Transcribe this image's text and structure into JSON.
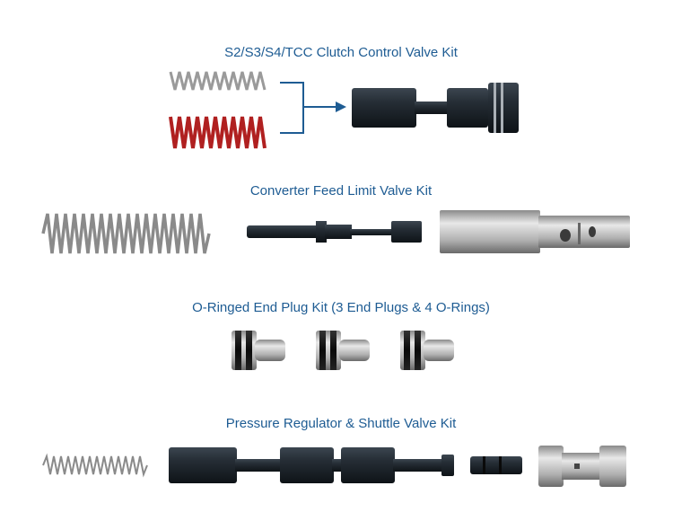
{
  "kits": [
    {
      "title": "S2/S3/S4/TCC Clutch Control Valve Kit"
    },
    {
      "title": "Converter Feed Limit Valve Kit"
    },
    {
      "title": "O-Ringed End Plug Kit (3 End Plugs & 4 O-Rings)"
    },
    {
      "title": "Pressure Regulator & Shuttle Valve Kit"
    }
  ],
  "colors": {
    "title": "#1e5c93",
    "arrow": "#1e5c93",
    "silver_spring": "#9a9a9a",
    "red_spring": "#b02020",
    "black_part": "#1c232b",
    "steel_part": "#b8b8b8"
  }
}
